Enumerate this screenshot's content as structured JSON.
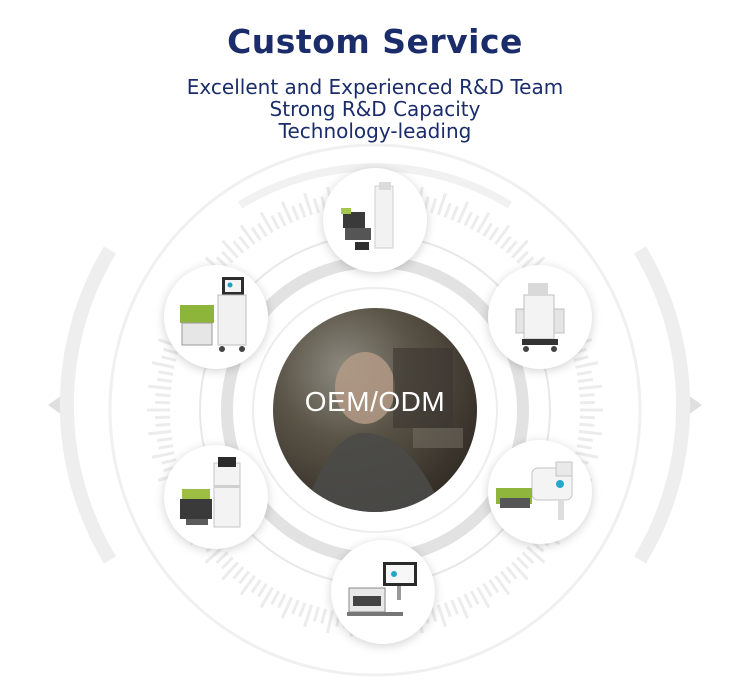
{
  "header": {
    "title": "Custom Service",
    "lines": [
      "Excellent and Experienced R&D Team",
      "Strong R&D Capacity",
      "Technology-leading"
    ]
  },
  "center": {
    "label": "OEM/ODM"
  },
  "colors": {
    "title": "#1b2c6b",
    "ring": "#e6e6e6",
    "tick": "#ececec",
    "node_shadow": "#bdbdbd"
  },
  "nodes": [
    {
      "name": "product-top",
      "icon": "machine-cart-icon"
    },
    {
      "name": "product-upper-right",
      "icon": "machine-frame-icon"
    },
    {
      "name": "product-lower-right",
      "icon": "machine-console-icon"
    },
    {
      "name": "product-bottom",
      "icon": "machine-monitor-icon"
    },
    {
      "name": "product-lower-left",
      "icon": "machine-tower-icon"
    },
    {
      "name": "product-upper-left",
      "icon": "machine-screen-icon"
    }
  ]
}
